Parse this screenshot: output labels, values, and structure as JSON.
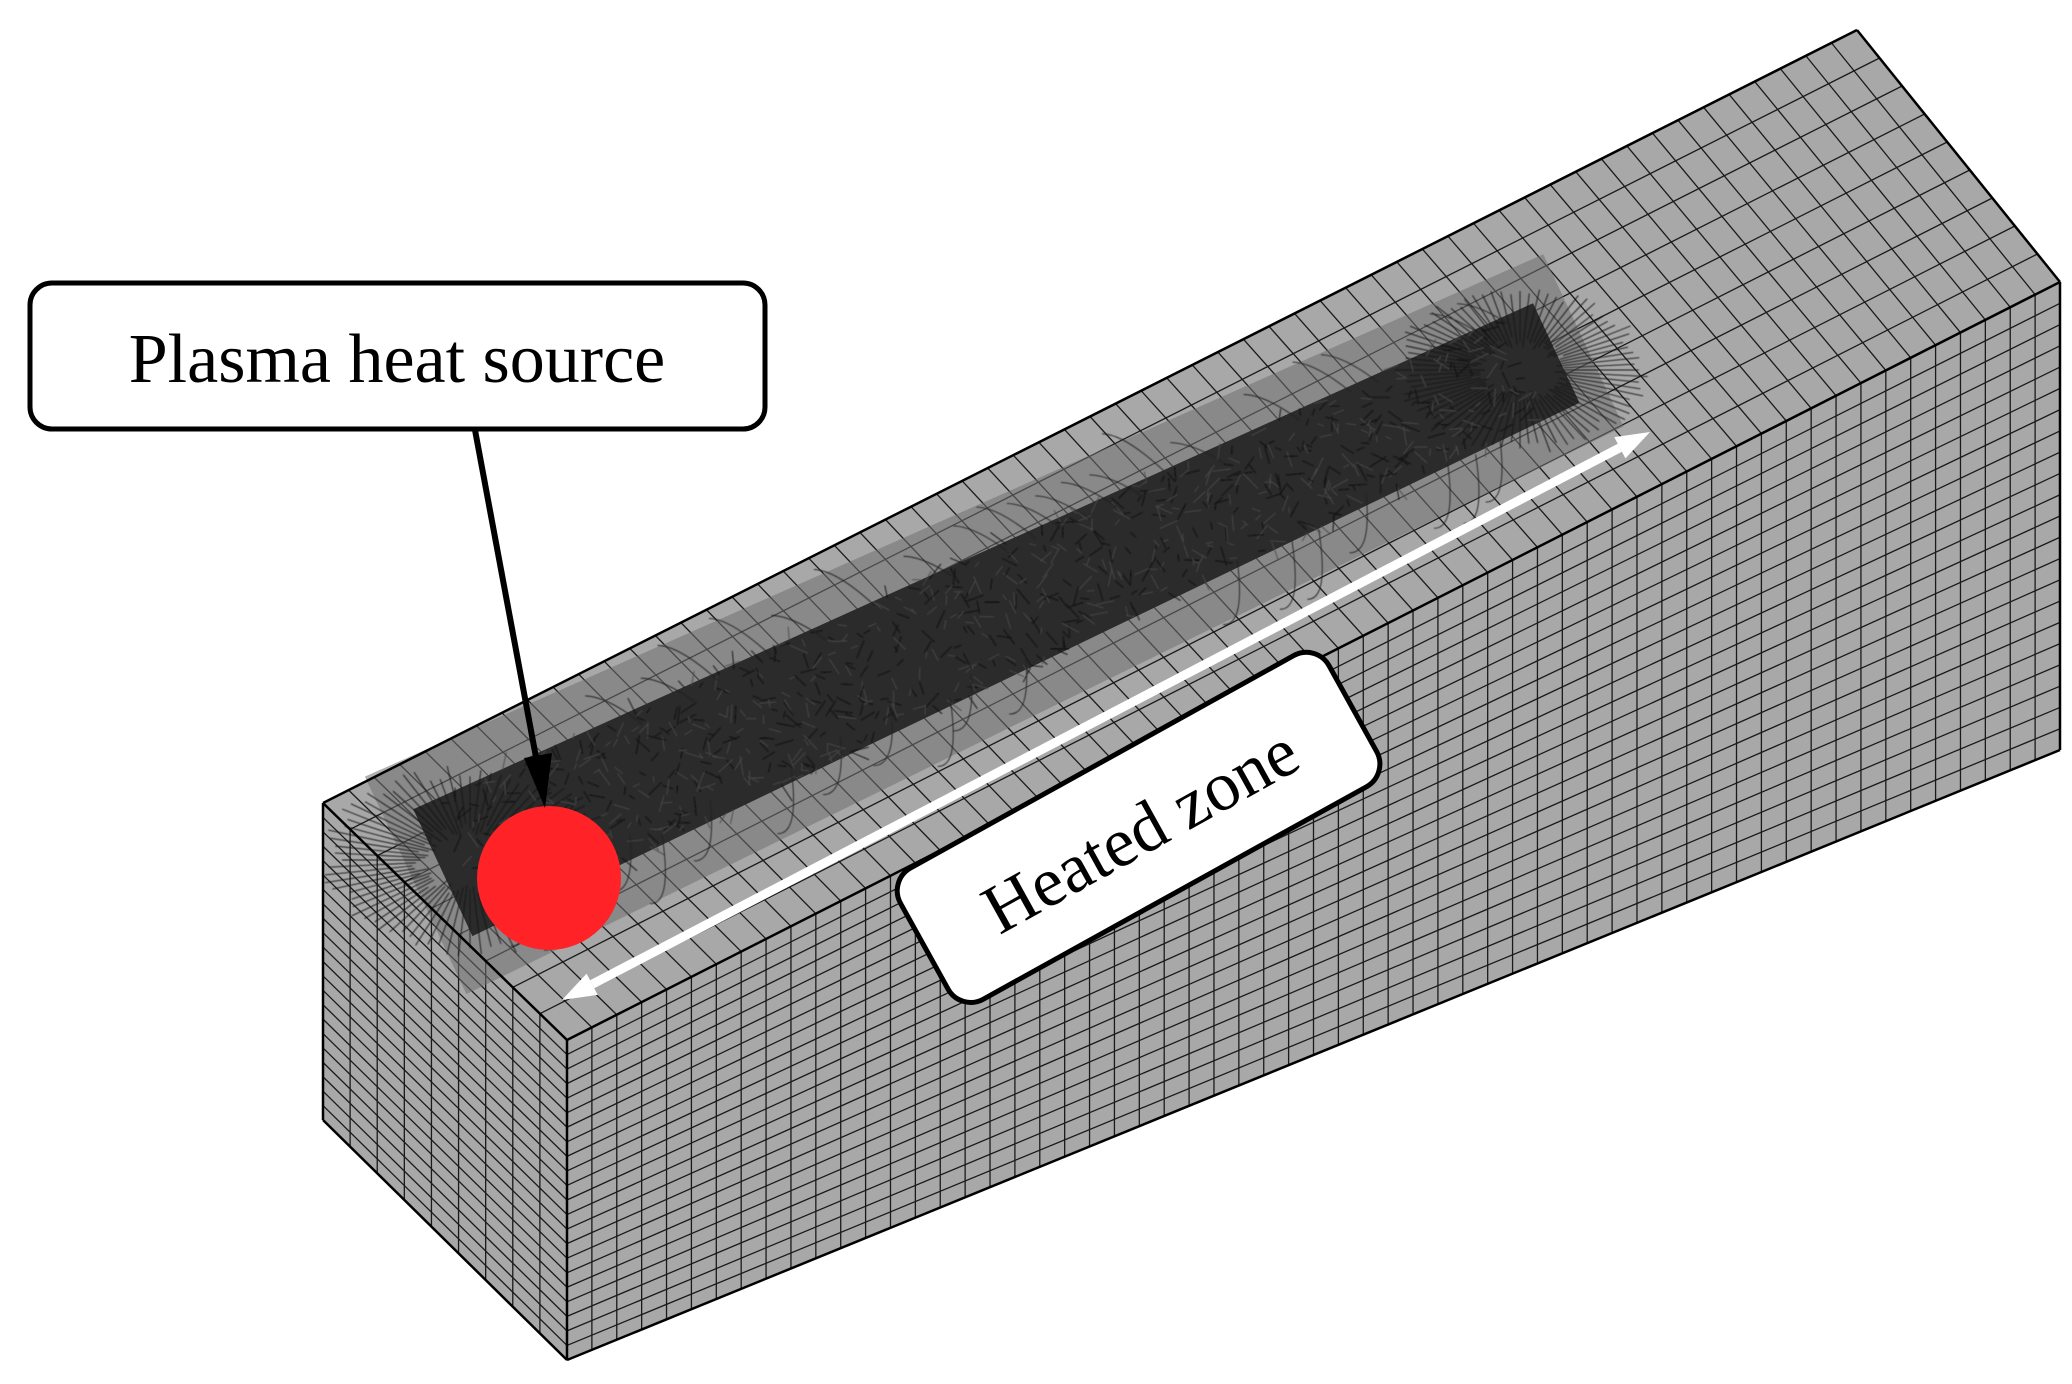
{
  "diagram": {
    "labels": {
      "heat_source": "Plasma heat source",
      "heated_zone": "Heated zone"
    },
    "colors": {
      "background": "#ffffff",
      "mesh_fill": "#a8a8a8",
      "mesh_line": "#1a1a1a",
      "heat_source": "#ff2226",
      "arrow": "#ffffff",
      "callout_border": "#000000",
      "callout_fill": "#ffffff"
    },
    "mesh": {
      "front_columns": 9,
      "front_rows": 22,
      "side_columns": 60,
      "side_rows": 22,
      "top_rows": 9,
      "top_columns": 60
    }
  }
}
